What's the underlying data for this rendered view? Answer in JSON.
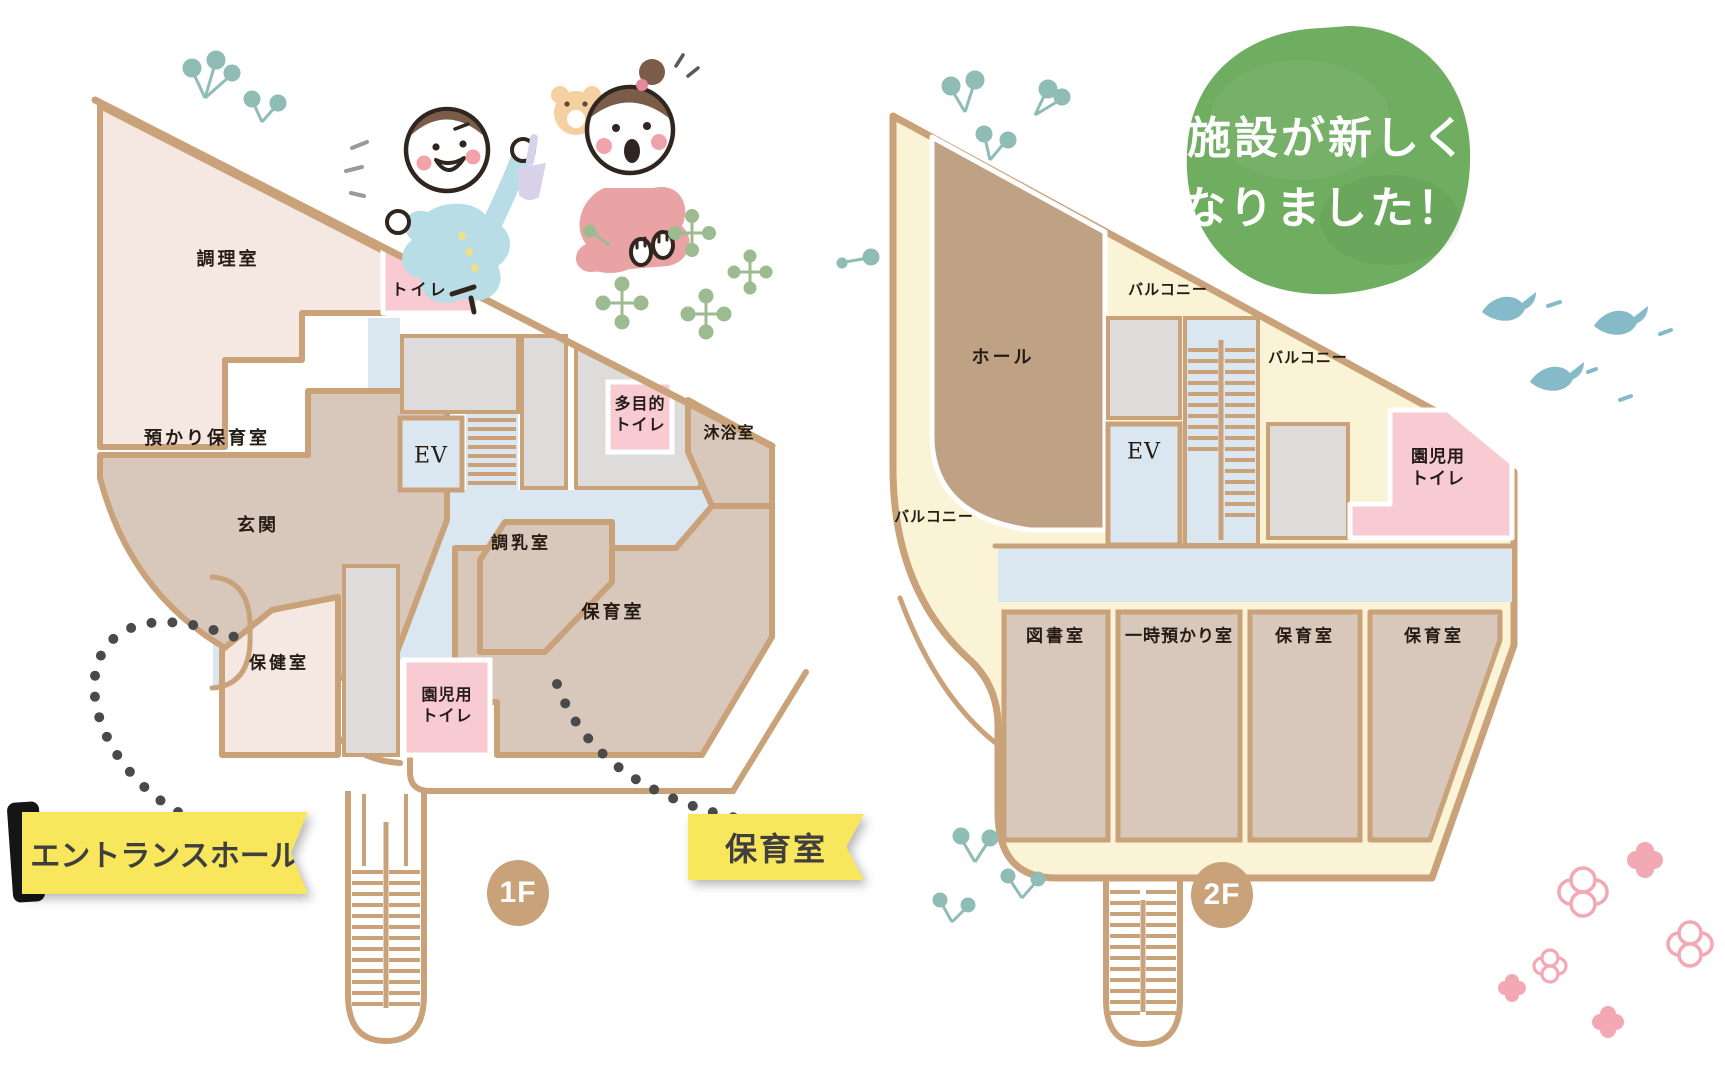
{
  "illustration": {
    "announcement": {
      "line1": "施設が新しく",
      "line2": "なりました！"
    },
    "floor1": {
      "badge": "1F",
      "rooms": {
        "kitchen": "調理室",
        "toilet": "トイレ",
        "ev": "EV",
        "azukari": "預かり保育室",
        "tamokuteki_l1": "多目的",
        "tamokuteki_l2": "トイレ",
        "mokuyoku": "沐浴室",
        "genkan": "玄関",
        "chonyu": "調乳室",
        "hoiku": "保育室",
        "hoken": "保健室",
        "enji_l1": "園児用",
        "enji_l2": "トイレ"
      }
    },
    "floor2": {
      "badge": "2F",
      "rooms": {
        "hall": "ホール",
        "balcony_top": "バルコニー",
        "balcony_mid": "バルコニー",
        "balcony_left": "バルコニー",
        "ev": "EV",
        "enji_l1": "園児用",
        "enji_l2": "トイレ",
        "library": "図書室",
        "ichiji": "一時預かり室",
        "hoiku_a": "保育室",
        "hoiku_b": "保育室"
      }
    },
    "callouts": {
      "entrance": "エントランスホール",
      "nursery": "保育室"
    },
    "colors": {
      "wall": "#c9a27a",
      "room_tan": "#d8c8bb",
      "room_pale": "#f5e8e2",
      "toilet_pink": "#f7cbd1",
      "corridor_blue": "#dae7f1",
      "room_gray": "#dedcda",
      "balcony_cream": "#faf3d6",
      "hall_brown": "#bfa184",
      "banner_yellow": "#f8e65c",
      "announce_green": "#6fad60",
      "dot_gray": "#4a4a4a"
    }
  }
}
